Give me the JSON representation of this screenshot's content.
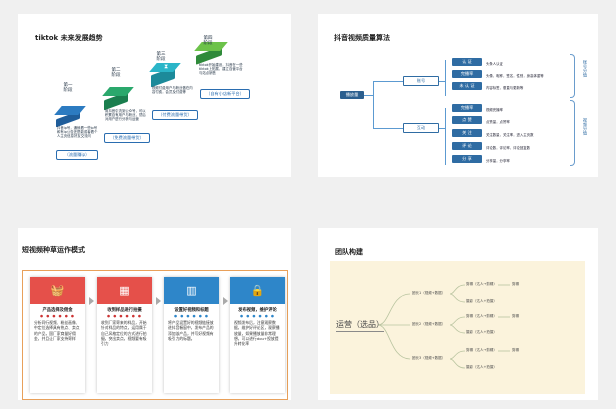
{
  "slide1": {
    "title": "tiktok 未来发展趋势",
    "stages": [
      {
        "num": "第一",
        "suffix": "阶段",
        "desc": "抖音ip号，通就看一些ip号和有ip公告还是能或者看个人主页信息好友交流问"
      },
      {
        "num": "第二",
        "suffix": "阶段",
        "desc": "用抖音引流到公众号，可以积累自有用户与粉丝，然后对用户进行分析与运营"
      },
      {
        "num": "第三",
        "suffix": "阶段",
        "desc": "视频付费用户与粉丝做在内容付费，会员及付费等"
      },
      {
        "num": "第四",
        "suffix": "阶段",
        "desc": "tiktok开始建设，抖音在一些tiktok上拓展，建立自营平台与站点销售"
      }
    ],
    "bubbles": [
      "（流量赚ip）",
      "（免费流量带货）",
      "（付费流量带货）",
      "（自有小店新平台）"
    ]
  },
  "slide2": {
    "title": "抖音视频质量算法",
    "root": "播放量",
    "mid": [
      "账号",
      "互动"
    ],
    "account_boxes": [
      "认 证",
      "完播率",
      "未 认 证"
    ],
    "account_notes": [
      "头条人认证",
      "头像，昵称，签名，性别，身高体重等",
      "内容标签，垂直与更新等"
    ],
    "interact_boxes": [
      "完播率",
      "点 赞",
      "关 注",
      "评 论",
      "分 享"
    ],
    "interact_notes": [
      "视频完播率",
      "点赞量，点赞率",
      "关注数量，关注率，进入主页数",
      "评论数，评论率，评论回复数",
      "分享量，分享率"
    ],
    "side_labels": [
      "账号分值",
      "视频分值"
    ]
  },
  "slide3": {
    "title": "短视频种草运作模式",
    "cards": [
      {
        "icon": "basket-icon",
        "title": "产品选择及佣金",
        "body": "分析同行视频、粉丝画像、中定位选择具有热点、卖点的产品，国厂家商量好佣金，并且让厂家支持寄样",
        "color": "#e5504a"
      },
      {
        "icon": "calendar-icon",
        "title": "收到样品进行拍摄",
        "body": "收到厂家寄来的样品，开始针对样品的特点，运用属于自己风格定位的方式进行拍摄，突出卖点，视频要有吸引力",
        "color": "#e5504a"
      },
      {
        "icon": "chart-icon",
        "title": "设置好视频和标题",
        "body": "将产品设置好的视频链接放进抖音橱窗中，发布产品的添加该产品，并写好视频有吸引力的标题。",
        "color": "#2e86c9"
      },
      {
        "icon": "lock-icon",
        "title": "发布视频，维护评论",
        "body": "视频发布后，注意观察数据，维护好评论区，观察播放量，如果播放量非常理想，可以进行dou+投放提升转化率",
        "color": "#2e86c9"
      }
    ]
  },
  "slide4": {
    "title": "团队构建",
    "root": "运营（选品）",
    "groups": [
      {
        "label": "团长1（视频+数据）",
        "subs": [
          "剪辑（达人→剪辑）",
          "摄影（达人+拍摄）"
        ]
      },
      {
        "label": "团长2（视频+数据）",
        "subs": [
          "剪辑（达人→剪辑）",
          "摄影（达人+拍摄）"
        ]
      },
      {
        "label": "团长3（视频+数据）",
        "subs": [
          "剪辑（达人→剪辑）",
          "摄影（达人+拍摄）"
        ]
      }
    ],
    "leaf": "剪辑"
  }
}
